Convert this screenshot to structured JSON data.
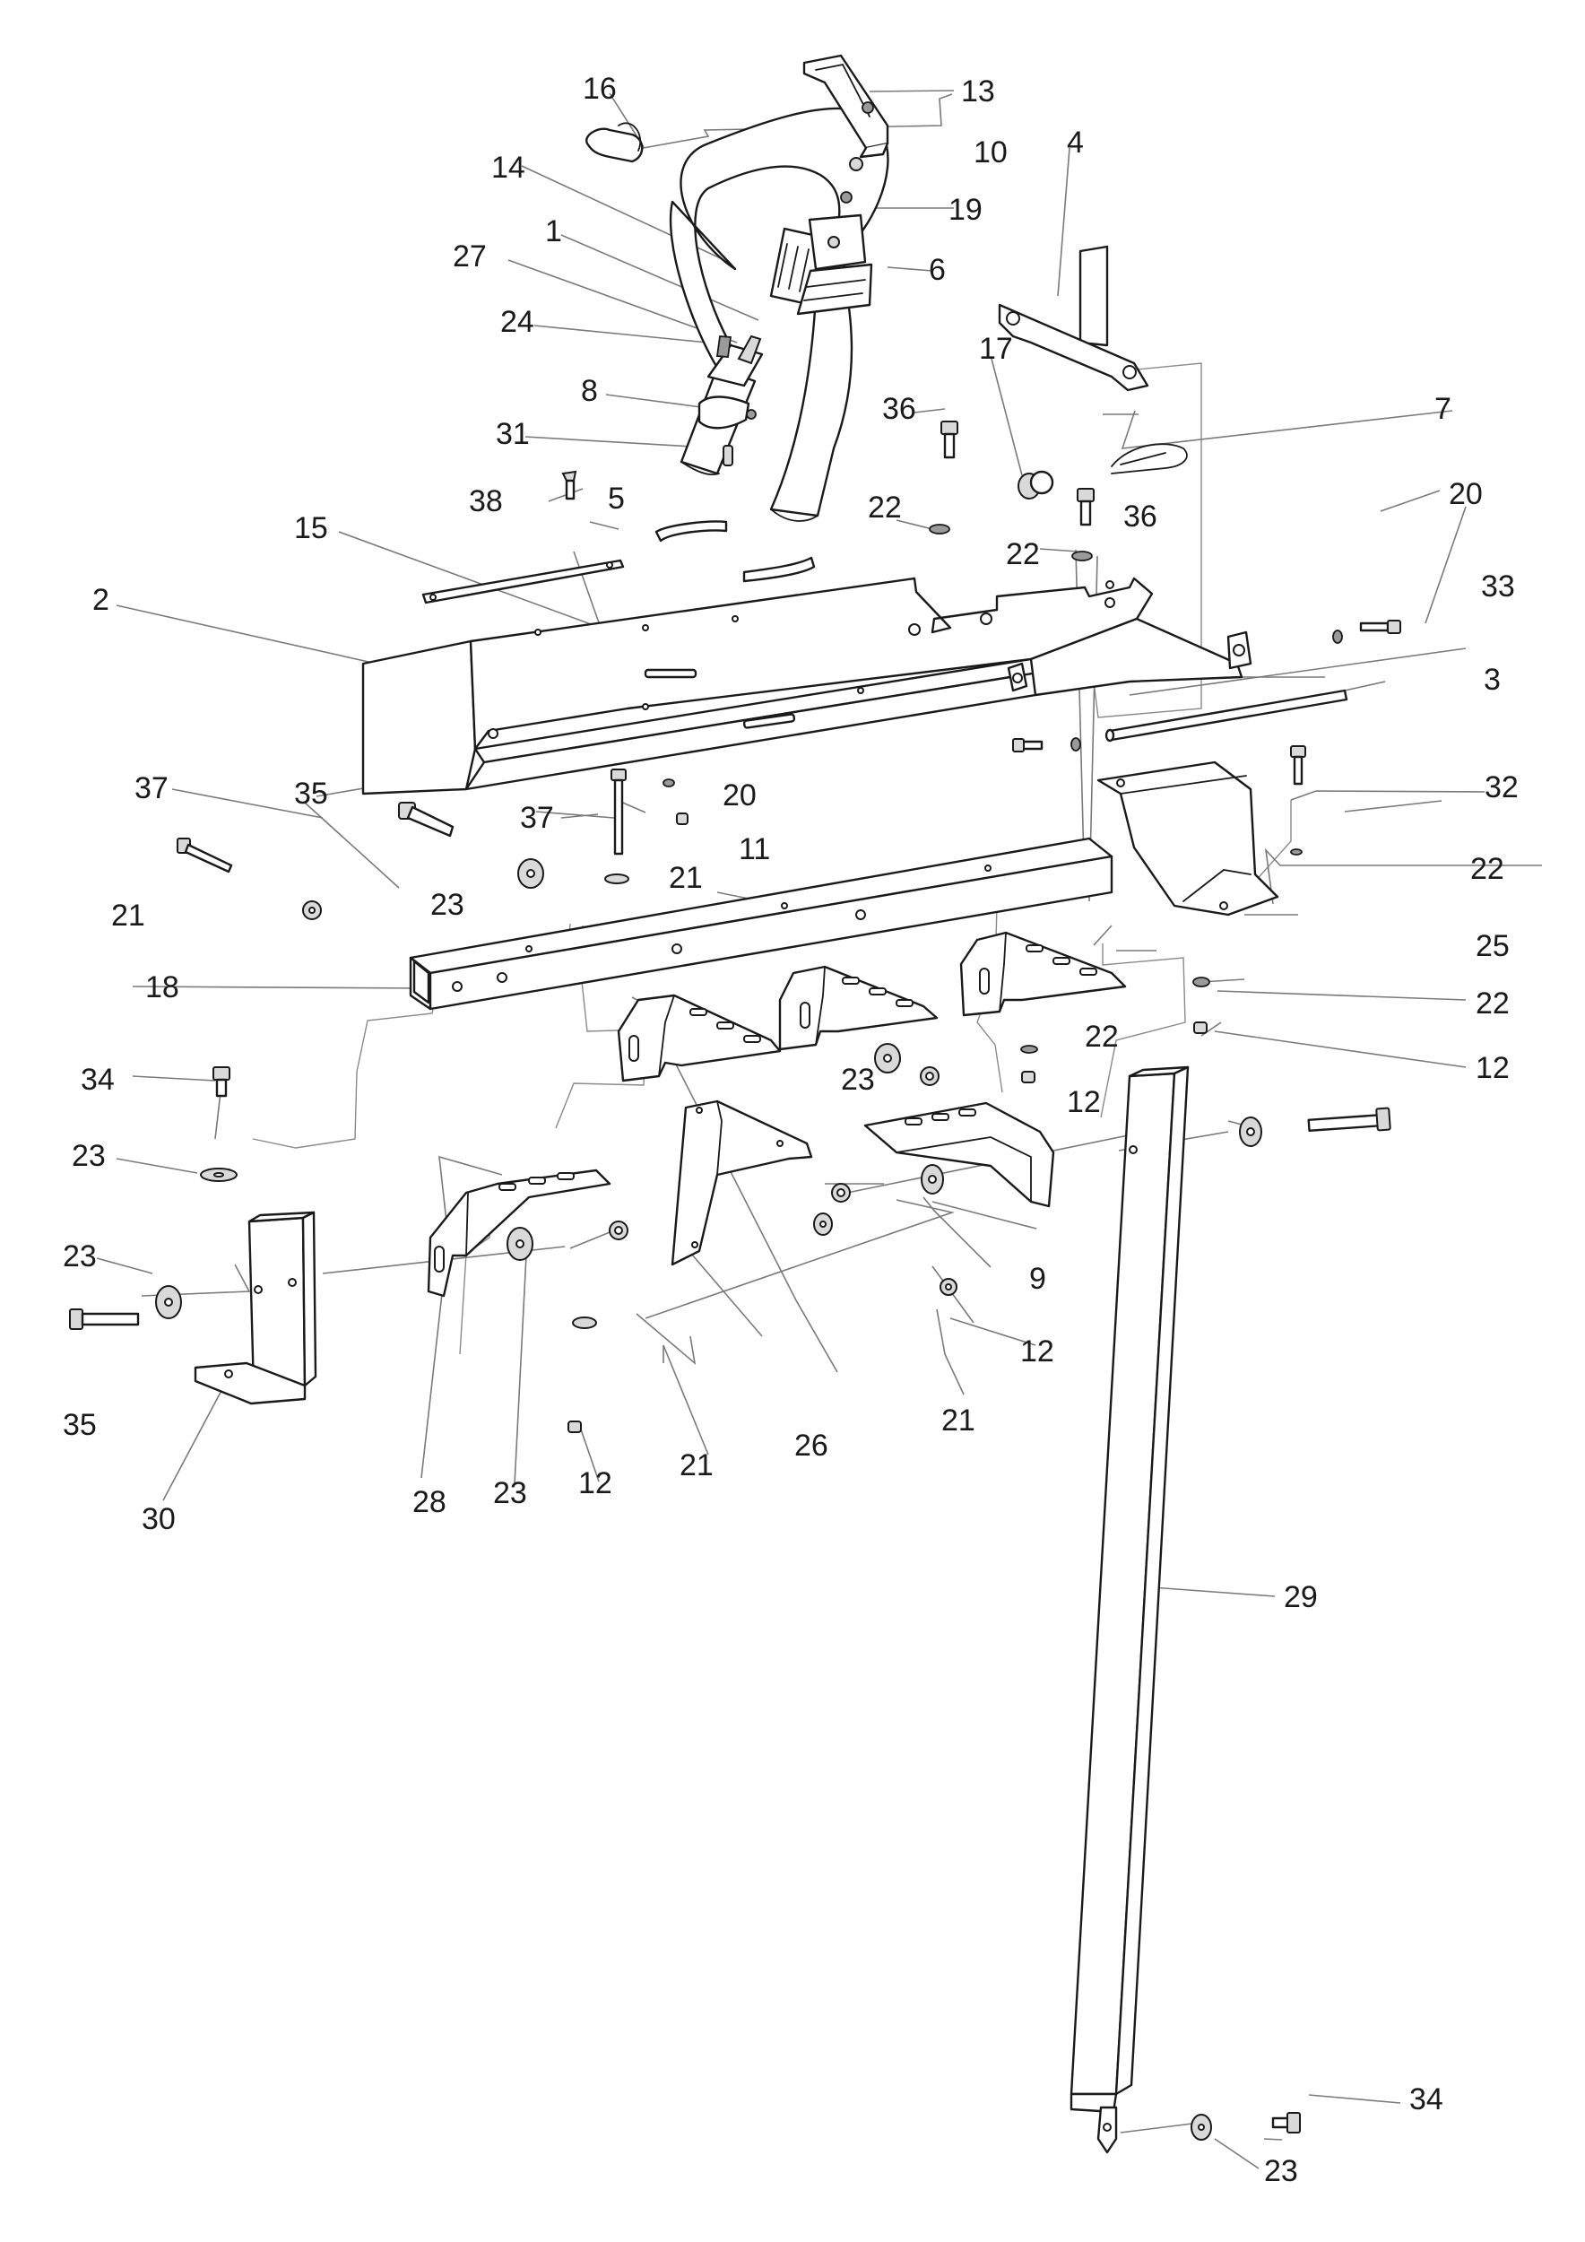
{
  "callouts": [
    {
      "id": "c16",
      "label": "16"
    },
    {
      "id": "c13",
      "label": "13"
    },
    {
      "id": "c14",
      "label": "14"
    },
    {
      "id": "c10",
      "label": "10"
    },
    {
      "id": "c4",
      "label": "4"
    },
    {
      "id": "c1",
      "label": "1"
    },
    {
      "id": "c19",
      "label": "19"
    },
    {
      "id": "c27",
      "label": "27"
    },
    {
      "id": "c6",
      "label": "6"
    },
    {
      "id": "c24",
      "label": "24"
    },
    {
      "id": "c17",
      "label": "17"
    },
    {
      "id": "c8",
      "label": "8"
    },
    {
      "id": "c36a",
      "label": "36"
    },
    {
      "id": "c7",
      "label": "7"
    },
    {
      "id": "c31",
      "label": "31"
    },
    {
      "id": "c38",
      "label": "38"
    },
    {
      "id": "c5",
      "label": "5"
    },
    {
      "id": "c22a",
      "label": "22"
    },
    {
      "id": "c36b",
      "label": "36"
    },
    {
      "id": "c20a",
      "label": "20"
    },
    {
      "id": "c15",
      "label": "15"
    },
    {
      "id": "c22b",
      "label": "22"
    },
    {
      "id": "c33",
      "label": "33"
    },
    {
      "id": "c2",
      "label": "2"
    },
    {
      "id": "c3",
      "label": "3"
    },
    {
      "id": "c37a",
      "label": "37"
    },
    {
      "id": "c35a",
      "label": "35"
    },
    {
      "id": "c20b",
      "label": "20"
    },
    {
      "id": "c32",
      "label": "32"
    },
    {
      "id": "c37b",
      "label": "37"
    },
    {
      "id": "c11",
      "label": "11"
    },
    {
      "id": "c22c",
      "label": "22"
    },
    {
      "id": "c21a",
      "label": "21"
    },
    {
      "id": "c23a",
      "label": "23"
    },
    {
      "id": "c21b",
      "label": "21"
    },
    {
      "id": "c25",
      "label": "25"
    },
    {
      "id": "c18",
      "label": "18"
    },
    {
      "id": "c22d",
      "label": "22"
    },
    {
      "id": "c12a",
      "label": "12"
    },
    {
      "id": "c22e",
      "label": "22"
    },
    {
      "id": "c34a",
      "label": "34"
    },
    {
      "id": "c23b",
      "label": "23"
    },
    {
      "id": "c12b",
      "label": "12"
    },
    {
      "id": "c23c",
      "label": "23"
    },
    {
      "id": "c23d",
      "label": "23"
    },
    {
      "id": "c9",
      "label": "9"
    },
    {
      "id": "c12c",
      "label": "12"
    },
    {
      "id": "c35b",
      "label": "35"
    },
    {
      "id": "c21c",
      "label": "21"
    },
    {
      "id": "c26",
      "label": "26"
    },
    {
      "id": "c21d",
      "label": "21"
    },
    {
      "id": "c12d",
      "label": "12"
    },
    {
      "id": "c23e",
      "label": "23"
    },
    {
      "id": "c28",
      "label": "28"
    },
    {
      "id": "c30",
      "label": "30"
    },
    {
      "id": "c29",
      "label": "29"
    },
    {
      "id": "c34b",
      "label": "34"
    },
    {
      "id": "c23f",
      "label": "23"
    }
  ]
}
